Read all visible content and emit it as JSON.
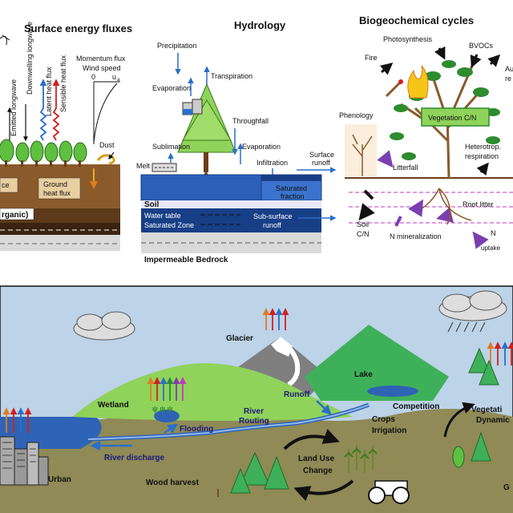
{
  "panels": {
    "energy": {
      "title": "Surface energy fluxes",
      "labels": {
        "emitted_longwave": "Emitted longwave",
        "downwelling_longwave": "Downwelling longwave",
        "latent_heat_flux": "Latent heat flux",
        "sensible_heat_flux": "Sensible heat flux",
        "momentum_flux": "Momentum flux",
        "wind_speed": "Wind speed",
        "axis_zero": "0",
        "axis_u": "u",
        "axis_u_sub": "a",
        "dust": "Dust",
        "ground_heat_flux_1": "Ground",
        "ground_heat_flux_2": "heat flux",
        "left_box_cut": "ce",
        "organic_cut": "rganic)"
      }
    },
    "hydrology": {
      "title": "Hydrology",
      "labels": {
        "precipitation": "Precipitation",
        "evaporation_top": "Evaporation",
        "transpiration": "Transpiration",
        "throughfall": "Throughfall",
        "sublimation": "Sublimation",
        "evaporation_bottom": "Evaporation",
        "melt": "Melt",
        "infiltration": "Infiltration",
        "surface_runoff_1": "Surface",
        "surface_runoff_2": "runoff",
        "soil": "Soil",
        "saturated_fraction_1": "Saturated",
        "saturated_fraction_2": "fraction",
        "water_table": "Water table",
        "saturated_zone": "Saturated Zone",
        "subsurface_runoff_1": "Sub-surface",
        "subsurface_runoff_2": "runoff",
        "impermeable_bedrock": "Impermeable Bedrock"
      }
    },
    "biogeochem": {
      "title": "Biogeochemical cycles",
      "labels": {
        "photosynthesis": "Photosynthesis",
        "bvocs": "BVOCs",
        "fire": "Fire",
        "autotrophic_cut_1": "Au",
        "autotrophic_cut_2": "re",
        "phenology": "Phenology",
        "vegetation_cn": "Vegetation C/N",
        "heterotrop_1": "Heterotrop.",
        "heterotrop_2": "respiration",
        "litterfall": "Litterfall",
        "root_litter": "Root litter",
        "soil_cn_1": "Soil",
        "soil_cn_2": "C/N",
        "n_mineralization": "N mineralization",
        "n_uptake_1": "N",
        "n_uptake_2": "uptake"
      }
    },
    "landscape": {
      "labels": {
        "glacier": "Glacier",
        "lake": "Lake",
        "wetland": "Wetland",
        "runoff": "Runoff",
        "river_routing_1": "River",
        "river_routing_2": "Routing",
        "flooding": "Flooding",
        "competition": "Competition",
        "crops_1": "Crops",
        "crops_2": "Irrigation",
        "vegetation_dynamics_1": "Vegetati",
        "vegetation_dynamics_2": "Dynamic",
        "land_use_1": "Land Use",
        "land_use_2": "Change",
        "river_discharge": "River discharge",
        "urban": "Urban",
        "wood_harvest": "Wood harvest",
        "g_cut": "G"
      }
    }
  },
  "colors": {
    "soil_brown": "#8b5a2b",
    "soil_dark": "#4a2e14",
    "hydro_blue": "#2b5fb8",
    "hydro_dark": "#173f86",
    "bedrock": "#d9d9d9",
    "veg_green": "#8fd35a",
    "sky": "#bcd3e8",
    "ground": "#8f8a56",
    "lake_blue": "#2f63b5",
    "arrow_blue": "#2a6fc9",
    "arrow_red": "#d12020",
    "arrow_orange": "#e07a1f",
    "arrow_green": "#2e8b2e",
    "arrow_purple": "#7b3fb0",
    "arrow_magenta": "#c236c2"
  }
}
